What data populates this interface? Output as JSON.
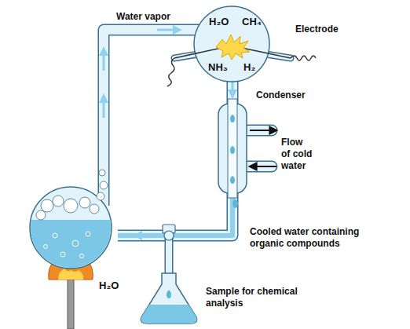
{
  "diagram": {
    "labels": [
      "Water vapor",
      "H₂O",
      "CH₄",
      "NH₃",
      "H₂",
      "Electrode",
      "Condenser",
      "Flow of cold water",
      "Cooled water containing organic compounds",
      "H₂O",
      "Sample for chemical analysis"
    ]
  }
}
